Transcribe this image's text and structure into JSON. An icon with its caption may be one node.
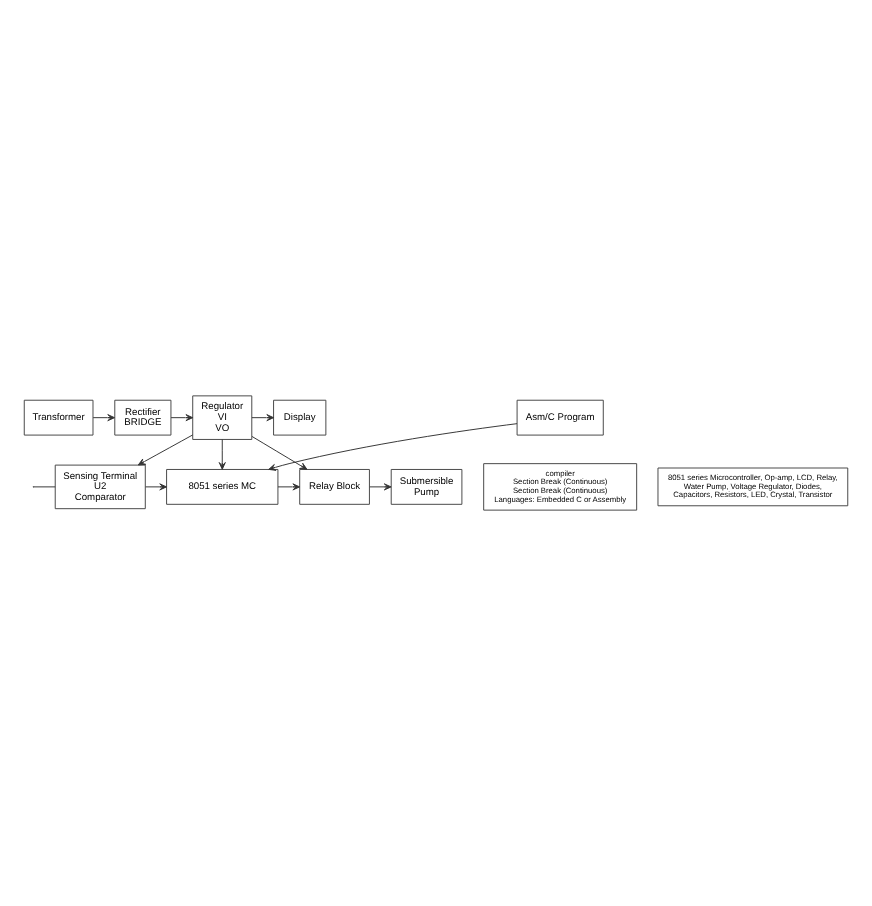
{
  "diagram": {
    "nodes": [
      {
        "text": [
          "Transformer"
        ]
      },
      {
        "text": [
          "Rectifier",
          "BRIDGE"
        ]
      },
      {
        "text": [
          "Regulator",
          "VI",
          "VO"
        ]
      },
      {
        "text": [
          "Display"
        ]
      },
      {
        "text": [
          "Sensing Terminal",
          "U2",
          "Comparator"
        ]
      },
      {
        "text": [
          "Asm/C Program"
        ]
      },
      {
        "text": [
          "8051 series MC"
        ]
      },
      {
        "text": [
          "Relay Block"
        ]
      },
      {
        "text": [
          "Submersible",
          "Pump"
        ]
      },
      {
        "text": [
          "8051 series Microcontroller, Op-amp, LCD, Relay, Water Pump, Voltage Regulator, Diodes, Capacitors, Resistors, LED, Crystal, Transistor"
        ]
      },
      {
        "text": [
          "compiler",
          "Section Break (Continuous)",
          "Section Break (Continuous)",
          "Languages: Embedded C or Assembly"
        ]
      }
    ],
    "edges": [
      {
        "from": 0,
        "to": 1,
        "arrow": "to"
      },
      {
        "from": 1,
        "to": 2,
        "arrow": "to"
      },
      {
        "from": 2,
        "to": 3,
        "arrow": "to"
      },
      {
        "from": 2,
        "to": 4,
        "arrow": "to"
      },
      {
        "from": 2,
        "to": 6,
        "arrow": "to"
      },
      {
        "from": 2,
        "to": 7,
        "arrow": "to"
      },
      {
        "from": null,
        "to": 4,
        "arrow": "none"
      },
      {
        "from": 4,
        "to": 6,
        "arrow": "to"
      },
      {
        "from": 5,
        "to": 6,
        "arrow": "to"
      },
      {
        "from": 6,
        "to": 7,
        "arrow": "to"
      },
      {
        "from": 7,
        "to": 8,
        "arrow": "to"
      }
    ]
  }
}
